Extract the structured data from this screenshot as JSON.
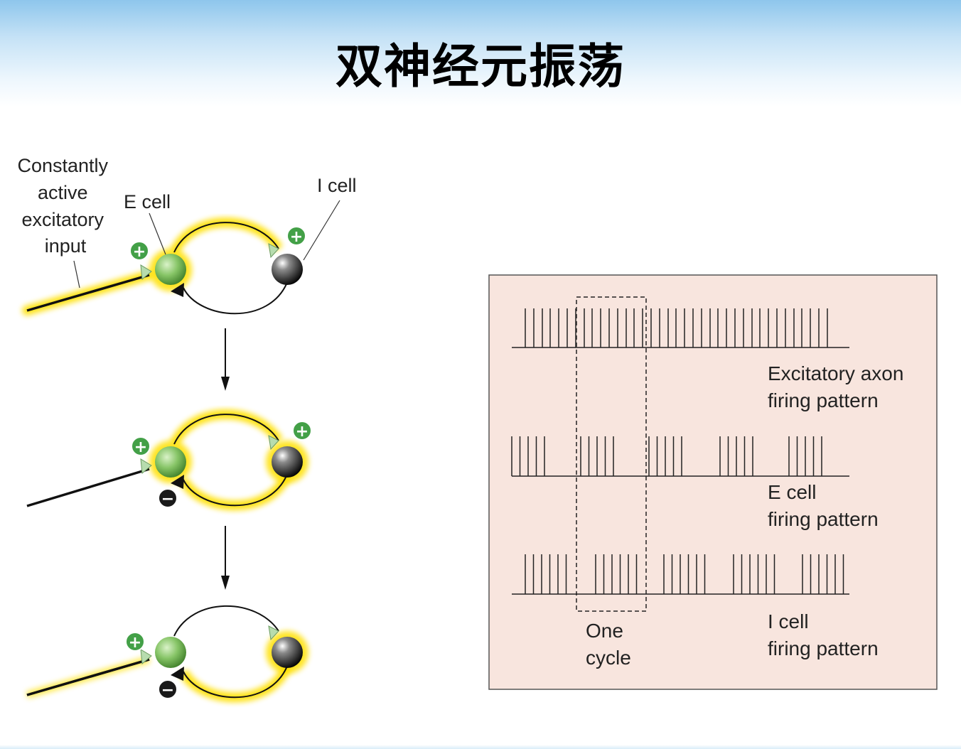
{
  "title": "双神经元振荡",
  "circuit": {
    "input_label": [
      "Constantly",
      "active",
      "excitatory",
      "input"
    ],
    "e_cell_label": "E cell",
    "i_cell_label": "I cell",
    "plus_sign": "+",
    "minus_sign": "−"
  },
  "firing_panel": {
    "rows": [
      {
        "label_line1": "Excitatory axon",
        "label_line2": "firing pattern"
      },
      {
        "label_line1": "E cell",
        "label_line2": "firing pattern"
      },
      {
        "label_line1": "I cell",
        "label_line2": "firing pattern"
      }
    ],
    "cycle_label": [
      "One",
      "cycle"
    ]
  },
  "colors": {
    "panel_bg": "#f8e5de",
    "glow": "#ffe000",
    "e_cell": "#7cbf5e",
    "i_cell": "#2a2a2a",
    "plus_badge": "#43a047",
    "minus_badge": "#1a1a1a",
    "synapse": "#b7dcae"
  }
}
